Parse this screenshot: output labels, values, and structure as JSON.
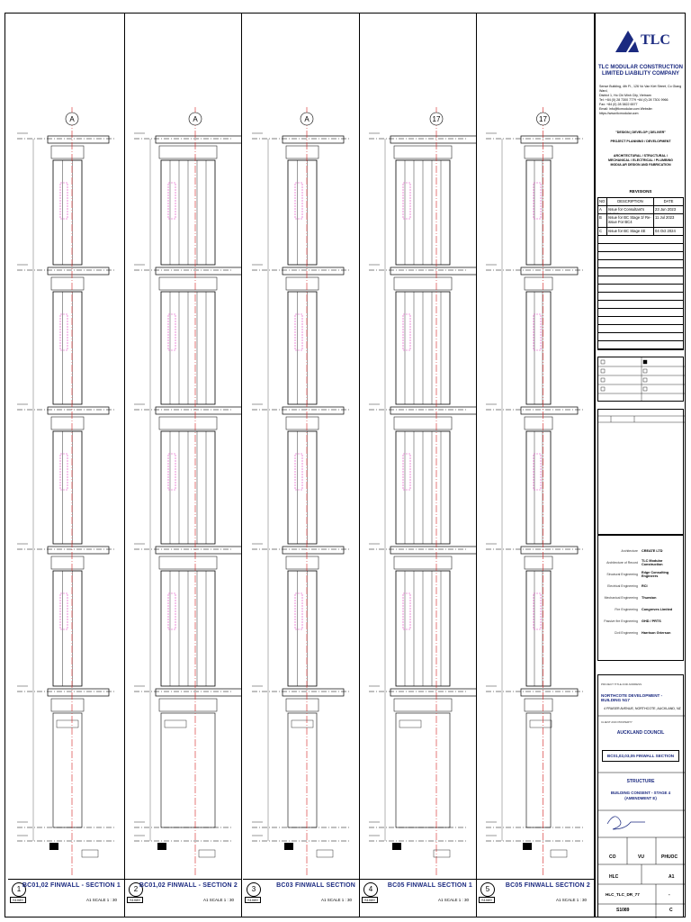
{
  "company": {
    "logo_text": "TLC",
    "name": "TLC MODULAR CONSTRUCTION LIMITED LIABILITY COMPANY",
    "address_lines": [
      "Sense Building, 4th Fl., 126 Vo Van Kiet Street, Co Giang Ward,",
      "District 1, Ho Chi Minh City, Vietnam",
      "Tel: +84 (0) 28 7300 7779   +84 (0) 28 7301 9966",
      "Fax: +84 (0) 28 3822 6577",
      "Email: info@tlcmodular.com   Website: https://www.tlcmodular.com"
    ],
    "tagline": "\"DESIGN | DEVELOP | DELIVER\"",
    "services_1": "PROJECT PLANNING / DEVELOPMENT",
    "services_2": "ARCHITECTURAL / STRUCTURAL / MECHANICAL / ELECTRICAL / PLUMBING MODULAR DESIGN AND FABRICATION"
  },
  "revisions": {
    "title": "REVISIONS",
    "headers": [
      "NO",
      "DESCRIPTION",
      "DATE"
    ],
    "rows": [
      {
        "no": "A",
        "desc": "Issue for Consultant's review",
        "date": "23 Jun 2023"
      },
      {
        "no": "B",
        "desc": "Issue for BC Stage 3/ Re-issue For BC4",
        "date": "11 Jul 2023"
      },
      {
        "no": "C",
        "desc": "Issue for BC Stage 4E",
        "date": "04 Oct 2024"
      }
    ]
  },
  "consultants": [
    {
      "role": "Architecture",
      "firm": "CREATE LTD"
    },
    {
      "role": "Architecture of Record",
      "firm": "TLC Modular Construction"
    },
    {
      "role": "Structural Engineering",
      "firm": "Edge Consulting Engineers"
    },
    {
      "role": "Electrical Engineering",
      "firm": "RCI"
    },
    {
      "role": "Mechanical Engineering",
      "firm": "Thurston"
    },
    {
      "role": "Fire Engineering",
      "firm": "Congreves Limited"
    },
    {
      "role": "Passive fire Engineering",
      "firm": "GHD / PRTS"
    },
    {
      "role": "Civil Engineering",
      "firm": "Harrison Grierson"
    }
  ],
  "project": {
    "project_label": "PROJECT TITLE AND ADDRESS",
    "name": "NORTHCOTE DEVELOPMENT - BUILDING N17",
    "address": "4 FRASER AVENUE, NORTHCOTE, AUCKLAND, NZ",
    "client_label": "CLIENT AND PROPERTY",
    "council": "AUCKLAND COUNCIL",
    "drawing_title": "BC01,02,03,05 FINWALL SECTION",
    "discipline": "STRUCTURE",
    "stage": "BUILDING CONSENT - STAGE 4 (AMENDMENT E)",
    "drawn": "CO",
    "checked": "VU",
    "approved": "PHUOC",
    "company_code": "HLC",
    "sheet_size": "A1",
    "drawing_no": "HLC_TLC_DR_77",
    "sheet_suffix": "-",
    "sheet_no": "S1089",
    "revision": "C"
  },
  "sections": [
    {
      "num": "1",
      "name": "BC01,02 FINWALL - SECTION 1",
      "scale": "A1 SCALE 1 : 30",
      "ref": "S1089",
      "grid": "A"
    },
    {
      "num": "2",
      "name": "BC01,02 FINWALL - SECTION 2",
      "scale": "A1 SCALE 1 : 30",
      "ref": "S1089",
      "grid": "A"
    },
    {
      "num": "3",
      "name": "BC03 FINWALL SECTION",
      "scale": "A1 SCALE 1 : 30",
      "ref": "S1089",
      "grid": "A"
    },
    {
      "num": "4",
      "name": "BC05 FINWALL SECTION 1",
      "scale": "A1 SCALE 1 : 30",
      "ref": "S1089",
      "grid": "17"
    },
    {
      "num": "5",
      "name": "BC05 FINWALL SECTION 2",
      "scale": "A1 SCALE 1 : 30",
      "ref": "S1089",
      "grid": "17"
    }
  ],
  "colors": {
    "brand": "#1b2a80",
    "red_line": "#d22020",
    "pink": "#e040c0",
    "blue_tag": "#2b63c9"
  }
}
